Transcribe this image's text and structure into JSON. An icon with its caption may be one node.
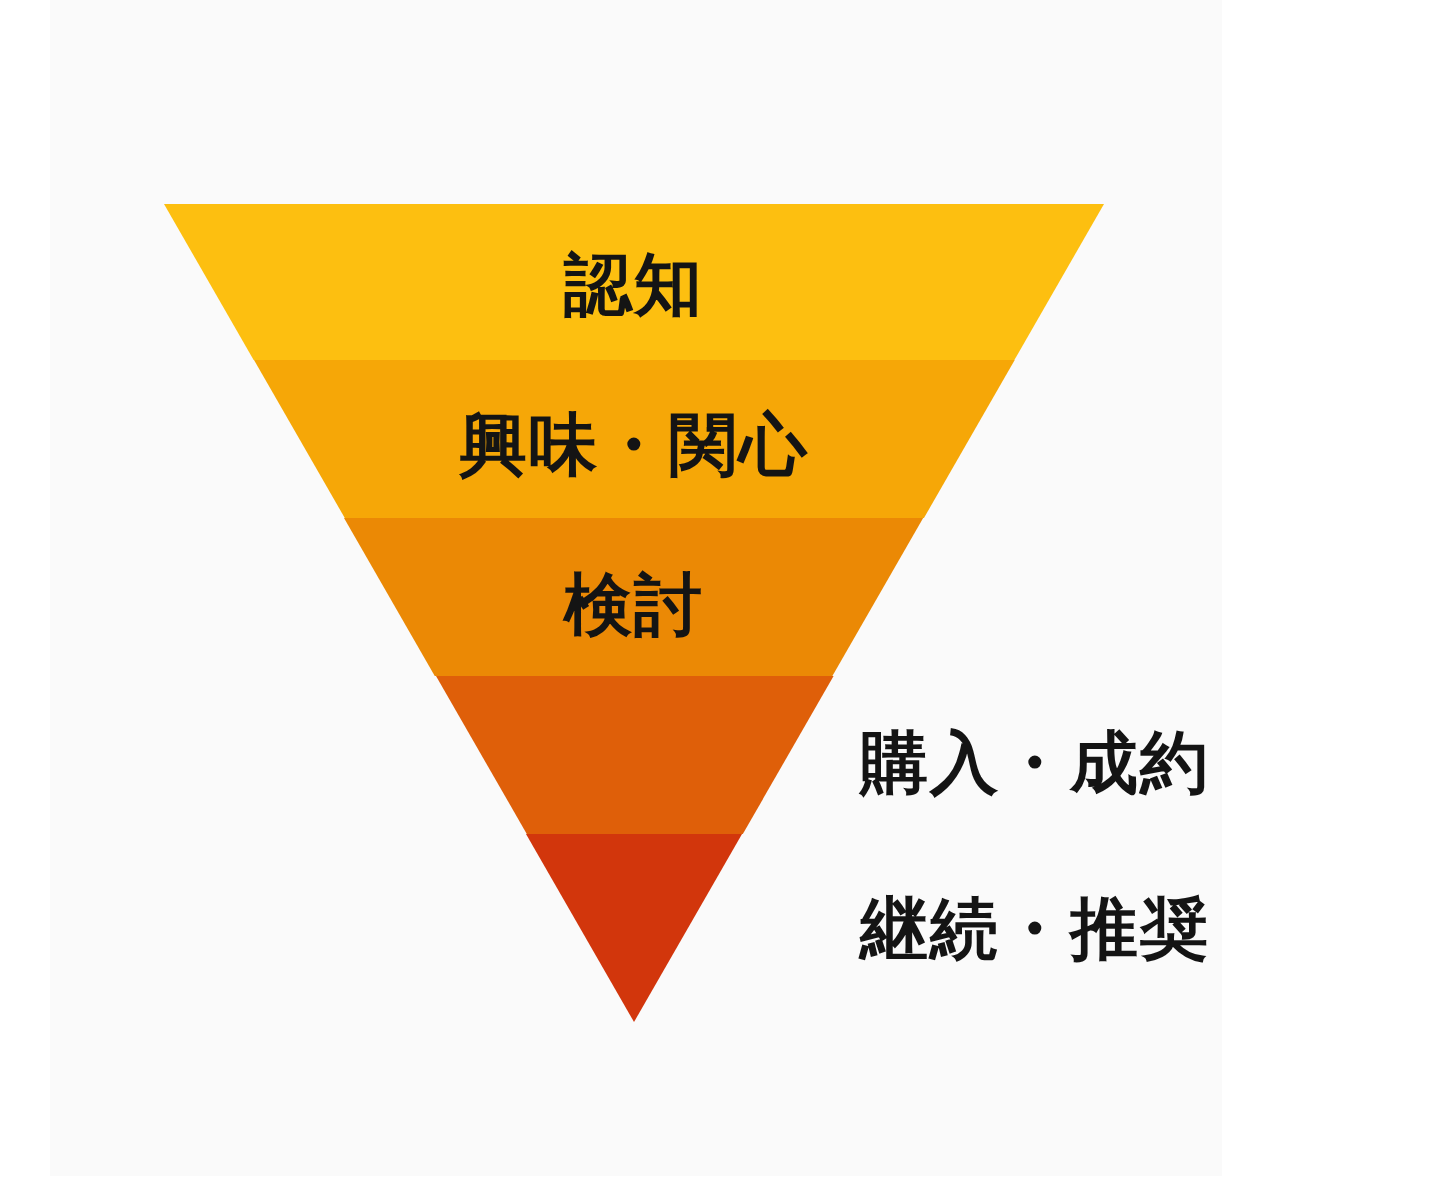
{
  "diagram": {
    "nodes": [
      {
        "text": [
          "認知"
        ]
      },
      {
        "text": [
          "興味・関心"
        ]
      },
      {
        "text": [
          "検討"
        ]
      },
      {
        "text": [
          "購入・成約"
        ]
      },
      {
        "text": [
          "継続・推奨"
        ]
      }
    ]
  }
}
